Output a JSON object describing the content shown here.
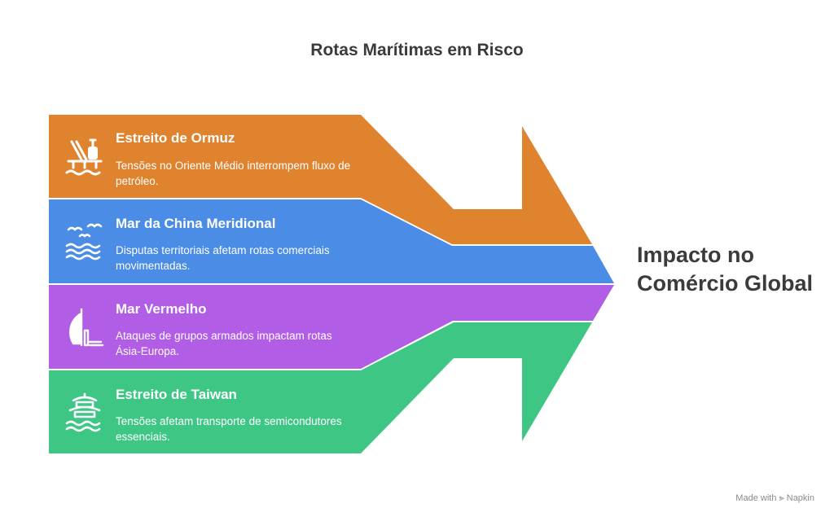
{
  "title": "Rotas Marítimas em Risco",
  "result_label": "Impacto no Comércio Global",
  "routes": [
    {
      "title": "Estreito de Ormuz",
      "description": "Tensões no Oriente Médio interrompem fluxo de petróleo.",
      "color": "#e0832f",
      "icon": "oil-platform-icon"
    },
    {
      "title": "Mar da China Meridional",
      "description": "Disputas territoriais afetam rotas comerciais movimentadas.",
      "color": "#4a8ce6",
      "icon": "birds-waves-icon"
    },
    {
      "title": "Mar Vermelho",
      "description": "Ataques de grupos armados impactam rotas Ásia-Europa.",
      "color": "#b25de6",
      "icon": "sailing-tower-icon"
    },
    {
      "title": "Estreito de Taiwan",
      "description": "Tensões afetam transporte de semicondutores essenciais.",
      "color": "#3ec784",
      "icon": "pagoda-waves-icon"
    }
  ],
  "footer": "Made with ⪢ Napkin"
}
